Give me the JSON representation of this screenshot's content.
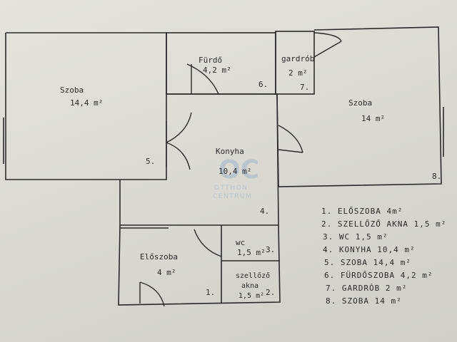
{
  "rooms": {
    "szoba_left": {
      "name": "Szoba",
      "area": "14,4 m²"
    },
    "furdo": {
      "name": "Fürdő",
      "area": "4,2 m²",
      "num": "6."
    },
    "gardrob": {
      "name": "gardrób",
      "area": "2 m²",
      "num": "7."
    },
    "szoba_right": {
      "name": "Szoba",
      "area": "14 m²",
      "num": "8."
    },
    "konyha": {
      "name": "Konyha",
      "area": "10,4 m²",
      "num": "4."
    },
    "szoba_left_num": "5.",
    "wc": {
      "name": "wc",
      "area": "1,5 m²",
      "num": "3."
    },
    "eloszoba": {
      "name": "Előszoba",
      "area": "4 m²",
      "num": "1."
    },
    "szellozo": {
      "name_line1": "szellőző",
      "name_line2": "akna",
      "area": "1,5 m²",
      "num": "2."
    }
  },
  "watermark": {
    "line1": "OTTHON",
    "line2": "CENTRUM"
  },
  "legend": [
    "1. ELŐSZOBA 4m²",
    "2. SZELLŐZŐ AKNA 1,5 m²",
    "3. WC 1,5 m²",
    "4. KONYHA 10,4 m²",
    "5. SZOBA 14,4 m²",
    "6. FÜRDŐSZOBA 4,2 m²",
    "7. GARDRÓB 2 m²",
    "8. SZOBA 14 m²"
  ],
  "colors": {
    "ink": "#2a2a2a",
    "paper": "#dcdad3",
    "watermark": "#b9c4cc"
  }
}
